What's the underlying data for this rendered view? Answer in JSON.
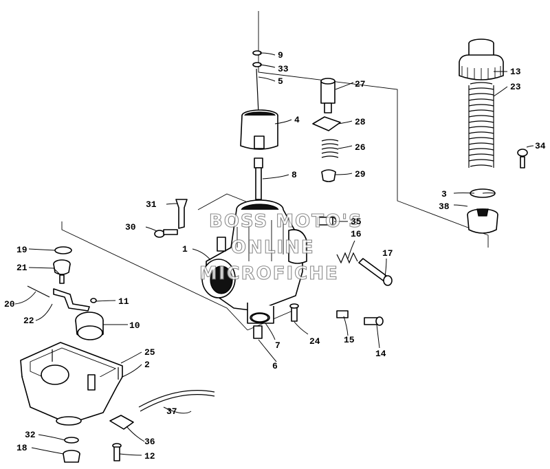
{
  "diagram": {
    "callouts": [
      {
        "id": "c1",
        "text": "1"
      },
      {
        "id": "c2",
        "text": "2"
      },
      {
        "id": "c3",
        "text": "3"
      },
      {
        "id": "c4",
        "text": "4"
      },
      {
        "id": "c5",
        "text": "5"
      },
      {
        "id": "c6",
        "text": "6"
      },
      {
        "id": "c7",
        "text": "7"
      },
      {
        "id": "c8",
        "text": "8"
      },
      {
        "id": "c9",
        "text": "9"
      },
      {
        "id": "c10",
        "text": "10"
      },
      {
        "id": "c11",
        "text": "11"
      },
      {
        "id": "c12",
        "text": "12"
      },
      {
        "id": "c13",
        "text": "13"
      },
      {
        "id": "c14",
        "text": "14"
      },
      {
        "id": "c15",
        "text": "15"
      },
      {
        "id": "c16",
        "text": "16"
      },
      {
        "id": "c17",
        "text": "17"
      },
      {
        "id": "c18",
        "text": "18"
      },
      {
        "id": "c19",
        "text": "19"
      },
      {
        "id": "c20",
        "text": "20"
      },
      {
        "id": "c21",
        "text": "21"
      },
      {
        "id": "c22",
        "text": "22"
      },
      {
        "id": "c23",
        "text": "23"
      },
      {
        "id": "c24",
        "text": "24"
      },
      {
        "id": "c25",
        "text": "25"
      },
      {
        "id": "c26",
        "text": "26"
      },
      {
        "id": "c27",
        "text": "27"
      },
      {
        "id": "c28",
        "text": "28"
      },
      {
        "id": "c29",
        "text": "29"
      },
      {
        "id": "c30",
        "text": "30"
      },
      {
        "id": "c31",
        "text": "31"
      },
      {
        "id": "c32",
        "text": "32"
      },
      {
        "id": "c33",
        "text": "33"
      },
      {
        "id": "c34",
        "text": "34"
      },
      {
        "id": "c35",
        "text": "35"
      },
      {
        "id": "c36",
        "text": "36"
      },
      {
        "id": "c37",
        "text": "37"
      },
      {
        "id": "c38",
        "text": "38"
      }
    ]
  },
  "watermark": {
    "line1": "BOSS MOTO'S",
    "line2": "ONLINE",
    "line3": "MICROFICHE"
  }
}
